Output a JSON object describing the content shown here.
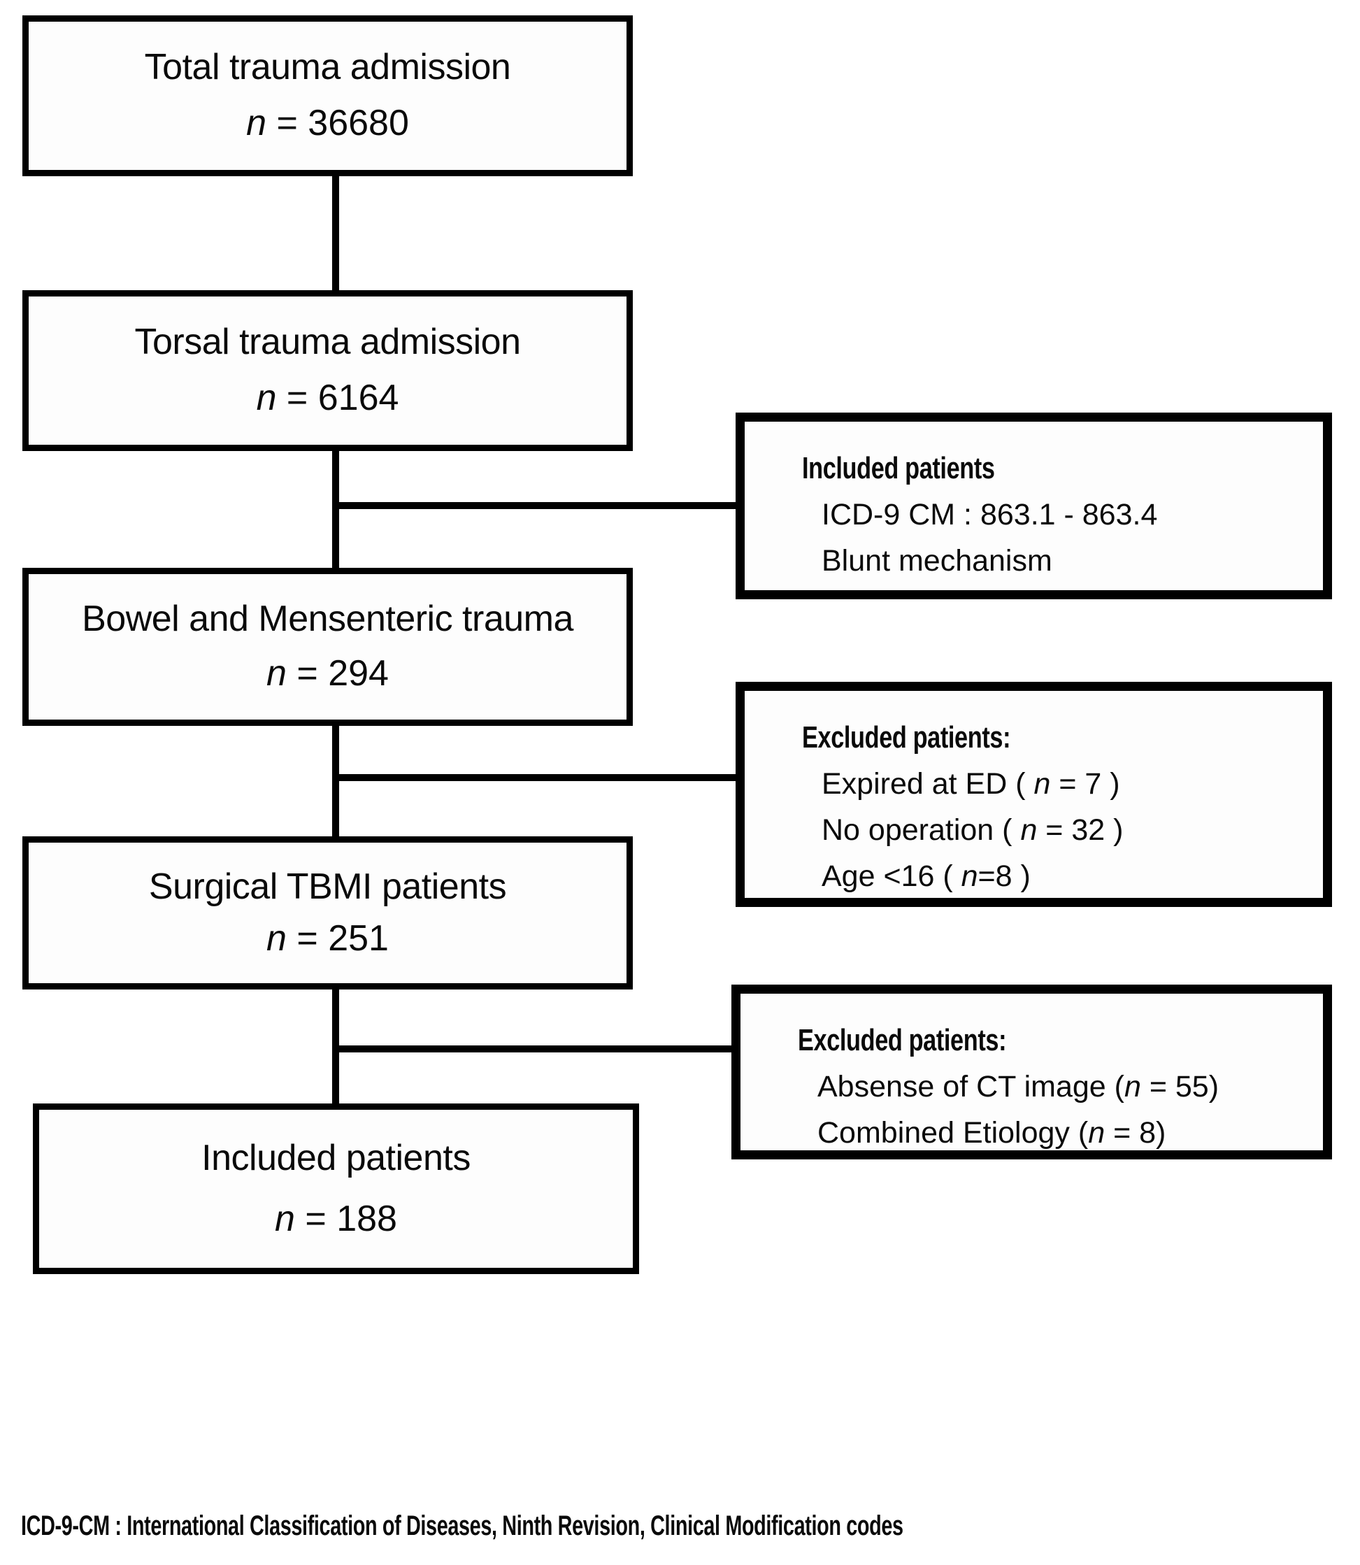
{
  "diagram": {
    "main_boxes": [
      {
        "label": "Total trauma admission",
        "n": "n",
        "count": " = 36680"
      },
      {
        "label": "Torsal trauma admission",
        "n": "n",
        "count": " = 6164"
      },
      {
        "label": "Bowel and Mensenteric trauma",
        "n": "n",
        "count": " = 294"
      },
      {
        "label": "Surgical TBMI patients",
        "n": "n",
        "count": " = 251"
      },
      {
        "label": "Included patients",
        "n": "n",
        "count": " = 188"
      }
    ],
    "side_boxes": [
      {
        "header": "Included patients",
        "items": [
          {
            "pre": "ICD-9 CM : 863.1 - 863.4",
            "n": "",
            "post": ""
          },
          {
            "pre": "Blunt mechanism",
            "n": "",
            "post": ""
          }
        ]
      },
      {
        "header": "Excluded patients:",
        "items": [
          {
            "pre": "Expired at ED ( ",
            "n": "n",
            "post": " = 7 )"
          },
          {
            "pre": "No operation ( ",
            "n": "n",
            "post": " = 32 )"
          },
          {
            "pre": "Age <16  ( ",
            "n": "n",
            "post": "=8 )"
          }
        ]
      },
      {
        "header": "Excluded patients:",
        "items": [
          {
            "pre": "Absense of CT image (",
            "n": "n",
            "post": " = 55)"
          },
          {
            "pre": "Combined Etiology (",
            "n": "n",
            "post": " = 8)"
          }
        ]
      }
    ],
    "footer": "ICD-9-CM : International Classification of Diseases, Ninth Revision, Clinical Modification codes"
  }
}
